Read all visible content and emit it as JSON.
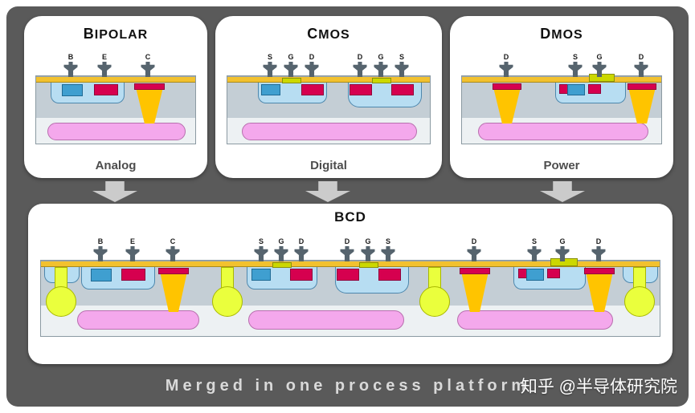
{
  "colors": {
    "background": "#5a5a5a",
    "panel": "#ffffff",
    "metal_strip_yellow": "#f2c12e",
    "device_body_gray": "#c4ced5",
    "substrate_gray": "#edf1f3",
    "buried_layer_pink": "#f4a8ec",
    "well_light_blue": "#b7ddf2",
    "n_plus_blue": "#3f9fd0",
    "p_plus_crimson": "#d6004f",
    "collector_orange": "#ffc400",
    "isolation_yellow": "#eaff3d",
    "gate_green": "#ccd800",
    "contact_pin_gray": "#56646e",
    "arrow_gray": "#cbcbcb"
  },
  "panels": [
    {
      "title_bold": "B",
      "title_rest": "IPOLAR",
      "category": "Analog",
      "terminals": [
        "B",
        "E",
        "C"
      ]
    },
    {
      "title_bold": "C",
      "title_rest": "MOS",
      "category": "Digital",
      "terminals": [
        "S",
        "G",
        "D",
        "D",
        "G",
        "S"
      ]
    },
    {
      "title_bold": "D",
      "title_rest": "MOS",
      "category": "Power",
      "terminals": [
        "D",
        "S",
        "G",
        "D"
      ]
    }
  ],
  "bcd": {
    "title": "BCD",
    "terminals": [
      "B",
      "E",
      "C",
      "S",
      "G",
      "D",
      "D",
      "G",
      "S",
      "D",
      "S",
      "G",
      "D"
    ]
  },
  "caption": "Merged in one process platform",
  "watermark": "知乎 @半导体研究院"
}
